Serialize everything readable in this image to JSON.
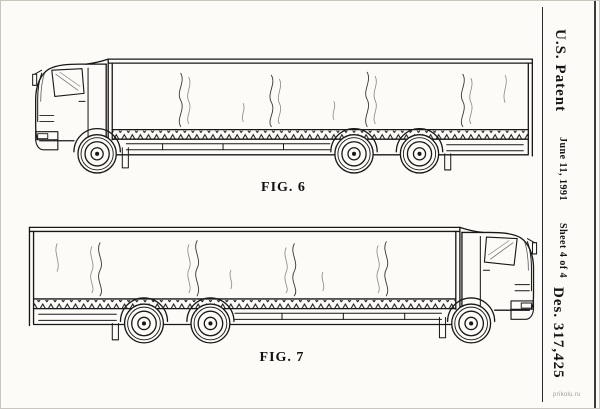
{
  "figures": [
    {
      "label": "FIG. 6"
    },
    {
      "label": "FIG. 7"
    }
  ],
  "margin": {
    "patent": "U.S. Patent",
    "date": "June 11, 1991",
    "sheet": "Sheet 4 of 4",
    "number": "Des. 317,425"
  },
  "watermark": "prikolu.ru",
  "colors": {
    "ink": "#181818",
    "paper": "#fcfbf7"
  }
}
